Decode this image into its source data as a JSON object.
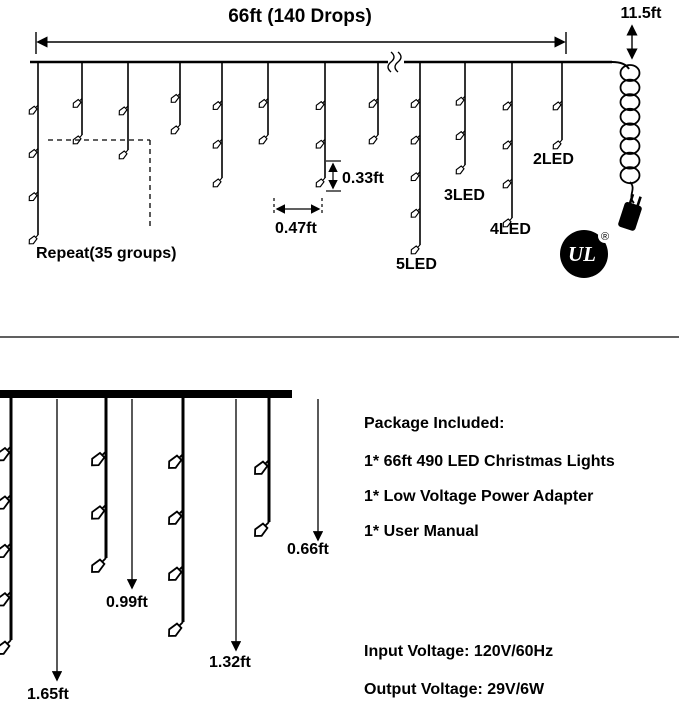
{
  "top_diagram": {
    "length_label": "66ft (140 Drops)",
    "lead_label": "11.5ft",
    "repeat_label": "Repeat(35 groups)",
    "bulb_spacing_label": "0.33ft",
    "drop_spacing_label": "0.47ft",
    "drop_type_labels": {
      "led2": "2LED",
      "led3": "3LED",
      "led4": "4LED",
      "led5": "5LED"
    },
    "ul_logo": {
      "text": "UL",
      "registered_mark": "®"
    }
  },
  "bottom_diagram": {
    "drop_length_labels": {
      "d066": "0.66ft",
      "d099": "0.99ft",
      "d132": "1.32ft",
      "d165": "1.65ft"
    }
  },
  "package": {
    "title": "Package Included:",
    "items": [
      "1* 66ft 490 LED Christmas Lights",
      "1* Low Voltage Power Adapter",
      "1* User Manual"
    ]
  },
  "specs": {
    "input_voltage": "Input Voltage: 120V/60Hz",
    "output_voltage": "Output Voltage: 29V/6W"
  },
  "colors": {
    "ink": "#000000",
    "background": "#ffffff"
  }
}
